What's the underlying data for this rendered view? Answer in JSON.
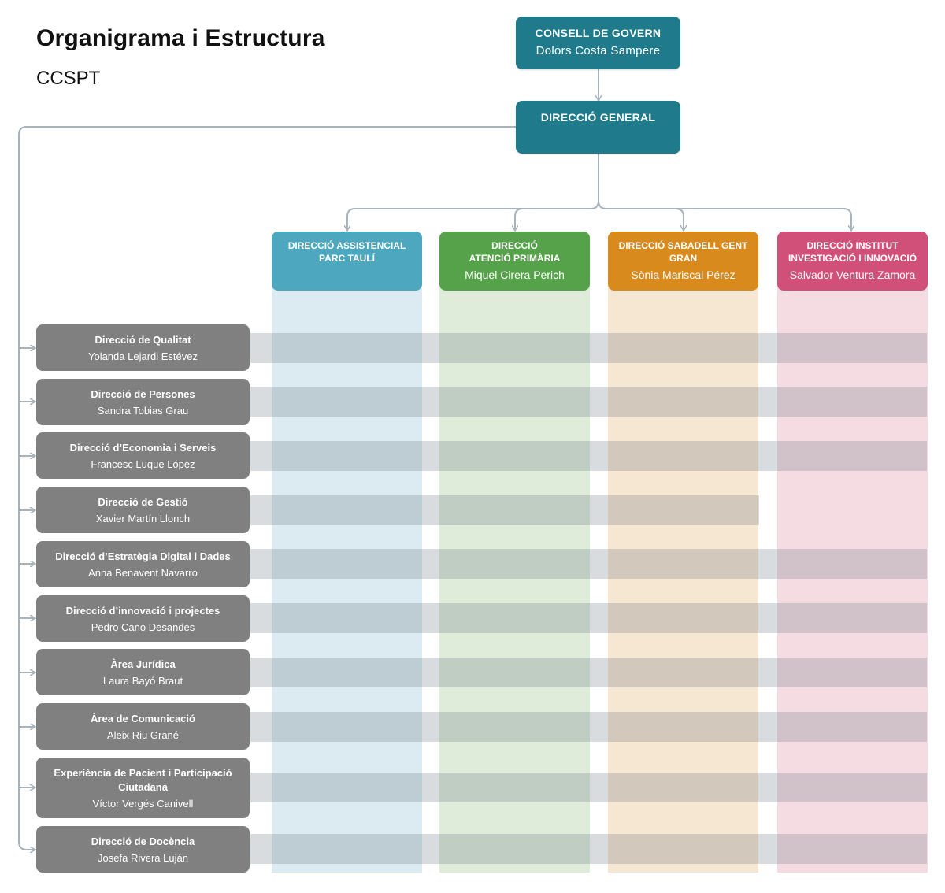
{
  "header": {
    "title": "Organigrama i Estructura",
    "subtitle": "CCSPT"
  },
  "consell": {
    "title": "CONSELL DE GOVERN",
    "name": "Dolors Costa Sampere",
    "color": "#1f7a8c"
  },
  "direccio_general": {
    "title": "DIRECCIÓ GENERAL",
    "color": "#1f7a8c"
  },
  "columns": [
    {
      "title": "DIRECCIÓ ASSISTENCIAL\nPARC TAULÍ",
      "name": "",
      "color": "#4da7bf",
      "bg": "#dbebf1"
    },
    {
      "title": "DIRECCIÓ\nATENCIÓ PRIMÀRIA",
      "name": "Miquel Cirera Perich",
      "color": "#56a24a",
      "bg": "#dfecda"
    },
    {
      "title": "DIRECCIÓ SABADELL GENT\nGRAN",
      "name": "Sònia Mariscal Pérez",
      "color": "#d98a1d",
      "bg": "#f6e7d3"
    },
    {
      "title": "DIRECCIÓ INSTITUT\nINVESTIGACIÓ I INNOVACIÓ",
      "name": "Salvador Ventura Zamora",
      "color": "#d1507a",
      "bg": "#f5dce3"
    }
  ],
  "rows": [
    {
      "title": "Direcció de Qualitat",
      "name": "Yolanda Lejardi Estévez"
    },
    {
      "title": "Direcció de Persones",
      "name": "Sandra Tobias Grau"
    },
    {
      "title": "Direcció d’Economia i Serveis",
      "name": "Francesc Luque López"
    },
    {
      "title": "Direcció de Gestió",
      "name": "Xavier Martín Llonch"
    },
    {
      "title": "Direcció d’Estratègia Digital i Dades",
      "name": "Anna Benavent Navarro"
    },
    {
      "title": "Direcció d’innovació i projectes",
      "name": "Pedro Cano Desandes"
    },
    {
      "title": "Àrea Jurídica",
      "name": "Laura Bayó Braut"
    },
    {
      "title": "Àrea de Comunicació",
      "name": "Aleix Riu Grané"
    },
    {
      "title": "Experiència de Pacient i Participació Ciutadana",
      "name": "Víctor Vergés Canivell"
    },
    {
      "title": "Direcció de Docència",
      "name": "Josefa Rivera Luján"
    }
  ],
  "colors": {
    "row_box": "#808080",
    "connector": "#a9b3bb"
  }
}
